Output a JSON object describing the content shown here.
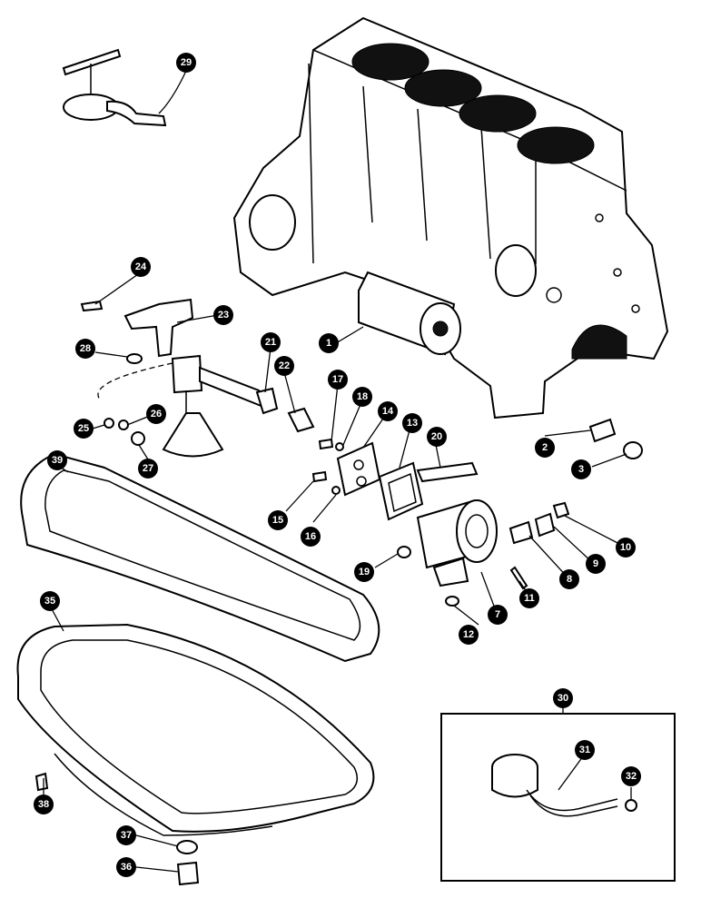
{
  "figure": {
    "callouts": [
      {
        "id": "c1",
        "label": "1"
      },
      {
        "id": "c2",
        "label": "2"
      },
      {
        "id": "c3",
        "label": "3"
      },
      {
        "id": "c7",
        "label": "7"
      },
      {
        "id": "c8",
        "label": "8"
      },
      {
        "id": "c9",
        "label": "9"
      },
      {
        "id": "c10",
        "label": "10"
      },
      {
        "id": "c11",
        "label": "11"
      },
      {
        "id": "c12",
        "label": "12"
      },
      {
        "id": "c13",
        "label": "13"
      },
      {
        "id": "c14",
        "label": "14"
      },
      {
        "id": "c15",
        "label": "15"
      },
      {
        "id": "c16",
        "label": "16"
      },
      {
        "id": "c17",
        "label": "17"
      },
      {
        "id": "c18",
        "label": "18"
      },
      {
        "id": "c19",
        "label": "19"
      },
      {
        "id": "c20",
        "label": "20"
      },
      {
        "id": "c21",
        "label": "21"
      },
      {
        "id": "c22",
        "label": "22"
      },
      {
        "id": "c23",
        "label": "23"
      },
      {
        "id": "c24",
        "label": "24"
      },
      {
        "id": "c25",
        "label": "25"
      },
      {
        "id": "c26",
        "label": "26"
      },
      {
        "id": "c27",
        "label": "27"
      },
      {
        "id": "c28",
        "label": "28"
      },
      {
        "id": "c29",
        "label": "29"
      },
      {
        "id": "c30",
        "label": "30"
      },
      {
        "id": "c31",
        "label": "31"
      },
      {
        "id": "c32",
        "label": "32"
      },
      {
        "id": "c35",
        "label": "35"
      },
      {
        "id": "c36",
        "label": "36"
      },
      {
        "id": "c37",
        "label": "37"
      },
      {
        "id": "c38",
        "label": "38"
      },
      {
        "id": "c39",
        "label": "39"
      }
    ]
  }
}
